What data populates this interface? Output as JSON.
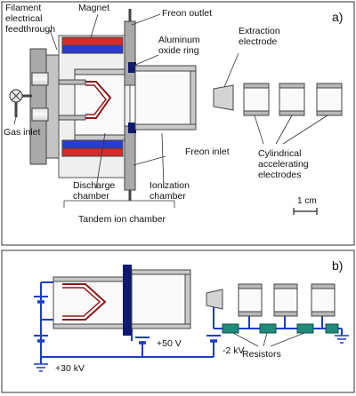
{
  "panel_a": {
    "tag": "a)",
    "labels": {
      "filament": [
        "Filament",
        "electrical",
        "feedthrough"
      ],
      "magnet": "Magnet",
      "freon_outlet": "Freon outlet",
      "aluminum_ring": [
        "Aluminum",
        "oxide ring"
      ],
      "extraction": [
        "Extraction",
        "electrode"
      ],
      "gas_inlet": "Gas inlet",
      "freon_inlet": "Freon inlet",
      "discharge": [
        "Discharge",
        "chamber"
      ],
      "ionization": [
        "Ionization",
        "chamber"
      ],
      "tandem": "Tandem ion chamber",
      "cylindrical": [
        "Cylindrical",
        "accelerating",
        "electrodes"
      ],
      "scale": "1 cm"
    }
  },
  "panel_b": {
    "tag": "b)",
    "labels": {
      "v30": "+30 kV",
      "v50": "+50 V",
      "vm2": "-2 kV",
      "resistors": "Resistors"
    }
  },
  "colors": {
    "magnet_red": "#d42a2a",
    "magnet_blue": "#2a3ccf",
    "circuit_blue": "#1a3cc8",
    "filament_red": "#8b1a1a",
    "flange_gray": "#9a9a9a",
    "dark_blue_ring": "#0d1a6e",
    "resistor_teal": "#1f8a7a",
    "electrode_gray": "#b8b8b8"
  }
}
